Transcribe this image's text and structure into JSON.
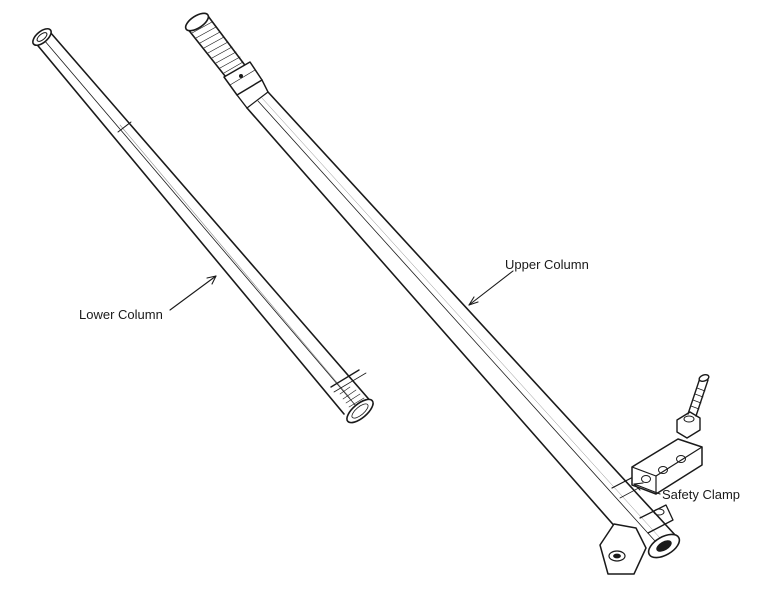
{
  "labels": {
    "lower_column": "Lower Column",
    "upper_column": "Upper Column",
    "safety_clamp": "Safety Clamp"
  },
  "colors": {
    "line": "#1a1a1a",
    "background": "#ffffff",
    "shade": "#8a8a8a"
  }
}
